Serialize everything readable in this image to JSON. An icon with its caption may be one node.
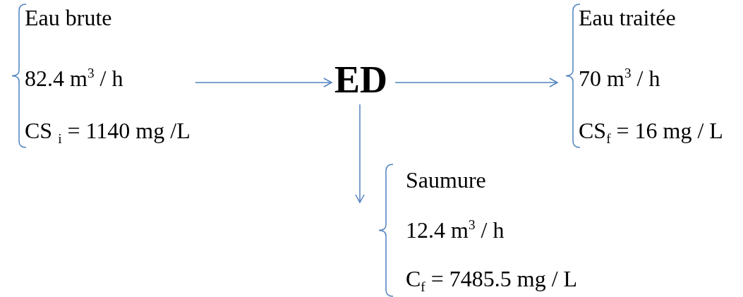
{
  "diagram": {
    "nodes": [
      {
        "text": [
          "Eau brute",
          "82.4 m$^{3}$ / h",
          "CS $_{i}$ = 1140 mg /L"
        ]
      },
      {
        "text": [
          "ED"
        ]
      },
      {
        "text": [
          "Eau traitée",
          "70 m$^{3}$ / h",
          "CS$_{f}$ = 16 mg / L"
        ]
      },
      {
        "text": [
          "Saumure",
          "12.4 m$^{3}$ / h",
          "C$_{f}$ = 7485.5 mg / L"
        ]
      }
    ],
    "edges": [
      {
        "from": 0,
        "to": 1,
        "arrow": "to"
      },
      {
        "from": 1,
        "to": 2,
        "arrow": "to"
      },
      {
        "from": 1,
        "to": 3,
        "arrow": "to"
      }
    ]
  }
}
